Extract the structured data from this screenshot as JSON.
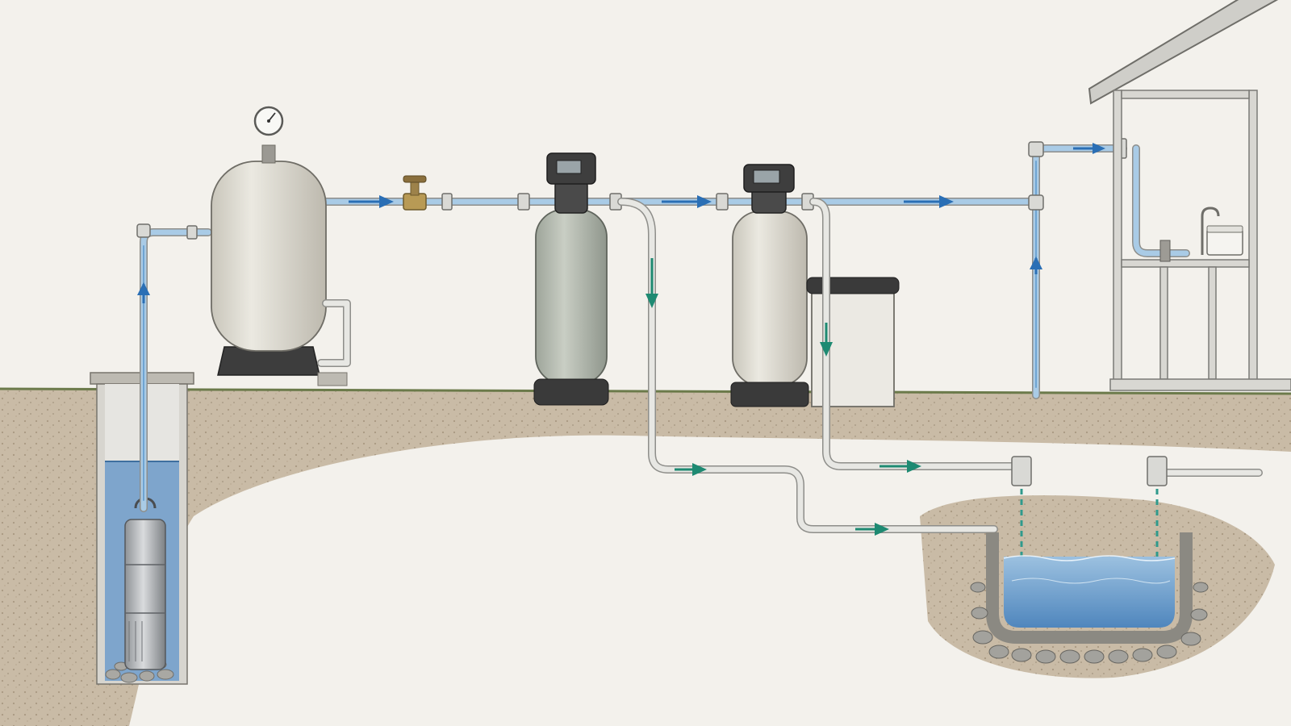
{
  "colors": {
    "paper": "#f3f1ec",
    "soil": "#b7a68e",
    "well_water": "#5b8fc4",
    "supply_arrow": "#2a6fb5",
    "drain_arrow": "#1e8a72",
    "grass": "#6b7a4a"
  },
  "components": [
    {
      "name": "submersible-pump",
      "icon": "pump-icon"
    },
    {
      "name": "pressure-tank",
      "icon": "pressure-gauge-icon"
    },
    {
      "name": "shutoff-valve",
      "icon": "valve-icon"
    },
    {
      "name": "sediment-filter-tank",
      "icon": "control-head-icon"
    },
    {
      "name": "water-softener",
      "icon": "control-head-icon"
    },
    {
      "name": "brine-tank",
      "icon": "tank-icon"
    },
    {
      "name": "house-plumbing",
      "icon": "faucet-icon"
    },
    {
      "name": "drainage-pit",
      "icon": "gravel-icon"
    }
  ],
  "flow_arrows": [
    {
      "name": "supply-arrow-well",
      "kind": "supply",
      "direction": "up"
    },
    {
      "name": "supply-arrow-after-tank",
      "kind": "supply",
      "direction": "right"
    },
    {
      "name": "supply-arrow-after-filter",
      "kind": "supply",
      "direction": "right"
    },
    {
      "name": "supply-arrow-after-softener",
      "kind": "supply",
      "direction": "right"
    },
    {
      "name": "supply-arrow-riser",
      "kind": "supply",
      "direction": "up"
    },
    {
      "name": "supply-arrow-house",
      "kind": "supply",
      "direction": "right"
    },
    {
      "name": "drain-arrow-filter-down",
      "kind": "drain",
      "direction": "down"
    },
    {
      "name": "drain-arrow-filter-right",
      "kind": "drain",
      "direction": "right"
    },
    {
      "name": "drain-arrow-filter-pit",
      "kind": "drain",
      "direction": "right"
    },
    {
      "name": "drain-arrow-softener-down",
      "kind": "drain",
      "direction": "down"
    },
    {
      "name": "drain-arrow-softener-right",
      "kind": "drain",
      "direction": "right"
    }
  ]
}
